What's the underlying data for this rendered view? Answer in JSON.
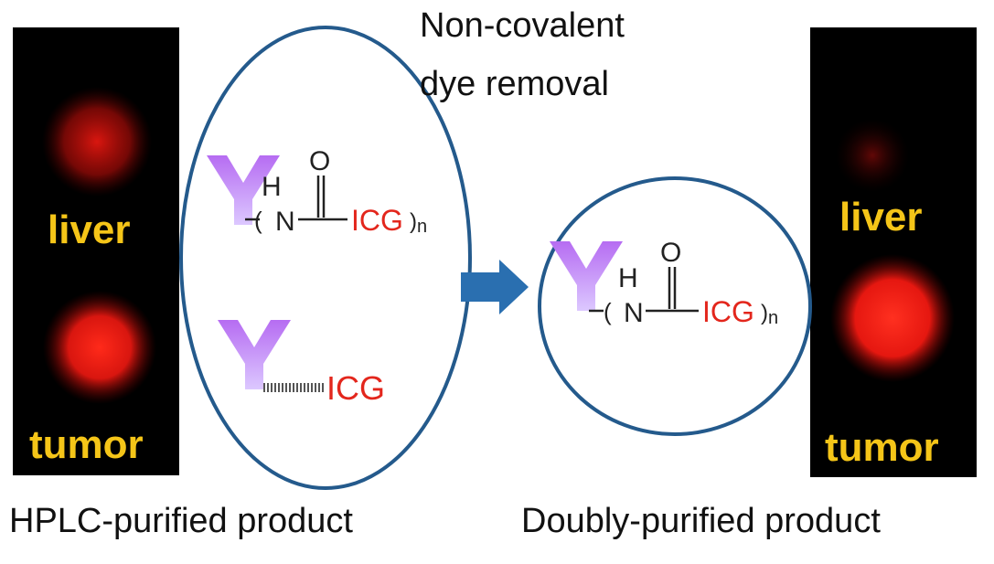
{
  "title_lines": [
    "Non-covalent",
    "dye removal"
  ],
  "left_panel": {
    "top_label": "liver",
    "bottom_label": "tumor"
  },
  "right_panel": {
    "top_label": "liver",
    "bottom_label": "tumor"
  },
  "captions": {
    "left": "HPLC-purified product",
    "right": "Doubly-purified product"
  },
  "structure": {
    "h": "H",
    "n": "N",
    "o": "O",
    "open_paren": "(",
    "dye": "ICG",
    "close_paren": ")",
    "subscript": "n"
  },
  "noncovalent_dye": "ICG",
  "colors": {
    "panel_bg": "#000000",
    "label": "#f5c518",
    "ellipse": "#245a8c",
    "dye": "#e3261c",
    "antibody_top": "#b66cf2",
    "antibody_bottom": "#dcc8ff",
    "arrow": "#2a6fb0",
    "glow": "#ff1a12"
  }
}
